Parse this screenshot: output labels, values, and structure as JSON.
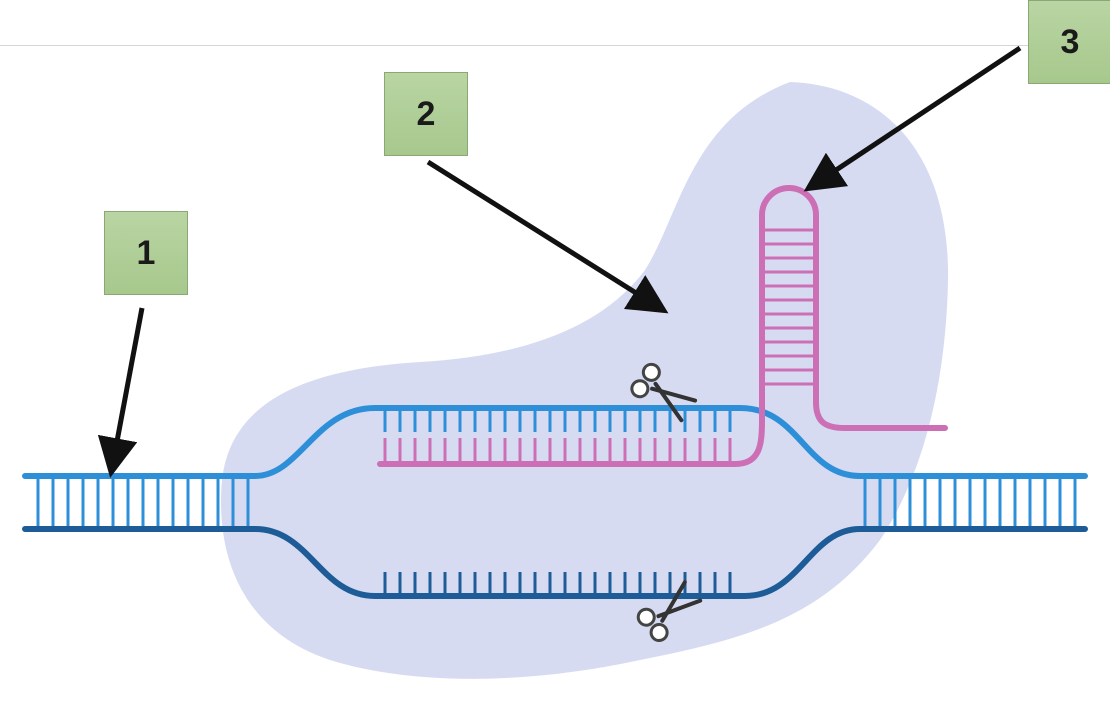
{
  "callouts": [
    {
      "label": "1"
    },
    {
      "label": "2"
    },
    {
      "label": "3"
    }
  ],
  "colors": {
    "protein_blob": "#d6dbf2",
    "dna_top_strand": "#2e8fd9",
    "dna_bottom_strand": "#1d5c96",
    "guide_rna": "#cc6fb5",
    "arrow": "#111111",
    "callout_fill": "#aecb95"
  },
  "icons": [
    "scissors-icon",
    "scissors-icon"
  ]
}
